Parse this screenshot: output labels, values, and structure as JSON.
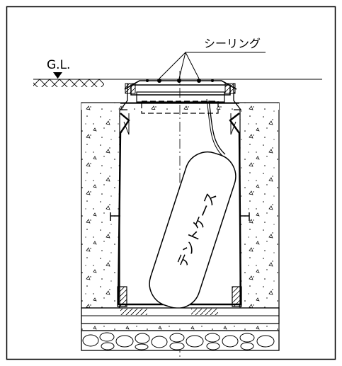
{
  "labels": {
    "ground_level": "G.L.",
    "sealing": "シーリング",
    "tent_case": "テントケース"
  }
}
